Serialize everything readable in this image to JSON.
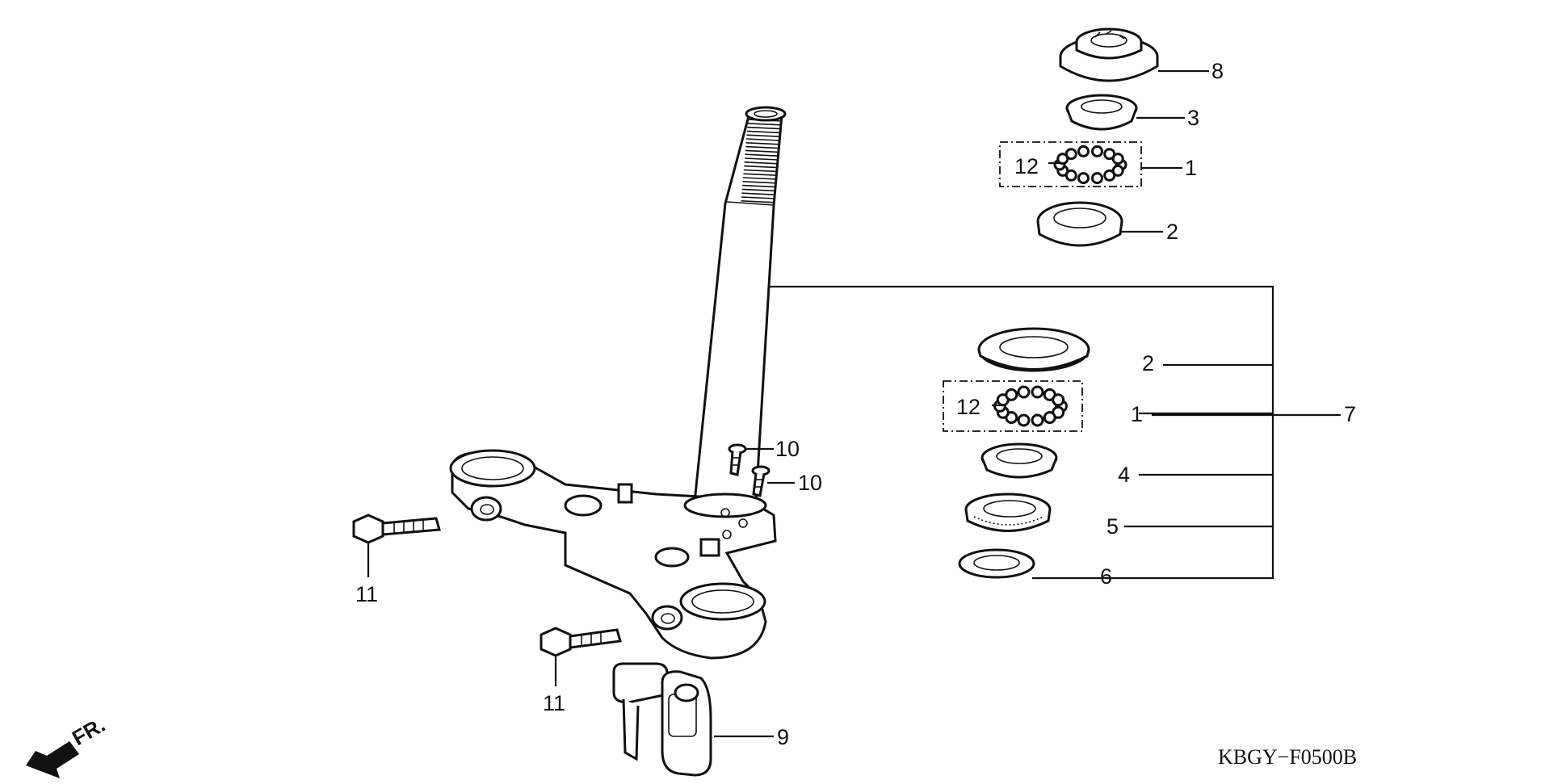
{
  "diagram": {
    "labels": {
      "p1_upper": "1",
      "p2_upper": "2",
      "p3": "3",
      "p8": "8",
      "p12_upper": "12",
      "p1_lower": "1",
      "p2_lower": "2",
      "p4": "4",
      "p5": "5",
      "p6": "6",
      "p7": "7",
      "p12_lower": "12",
      "p9": "9",
      "p10_a": "10",
      "p10_b": "10",
      "p11_a": "11",
      "p11_b": "11"
    },
    "front_indicator": "FR.",
    "drawing_code": "KBGY−F0500B"
  }
}
